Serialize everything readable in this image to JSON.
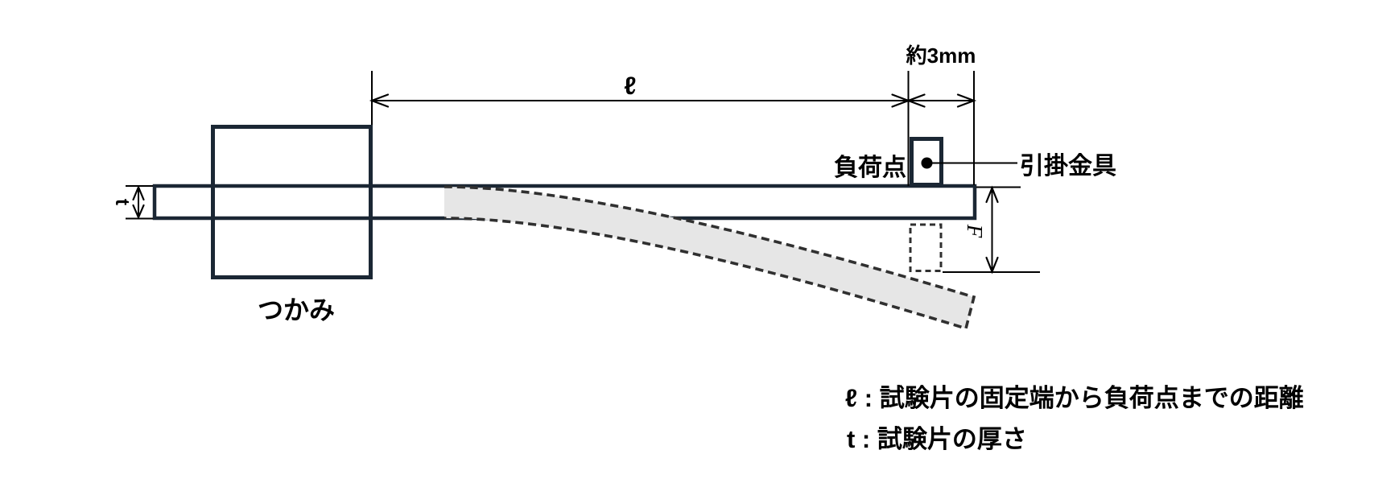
{
  "diagram": {
    "grip_label": "つかみ",
    "load_point_label": "負荷点",
    "hook_fitting_label": "引掛金具",
    "gap_dimension_label": "約3mm",
    "span_symbol": "ℓ",
    "thickness_symbol": "t",
    "deflection_symbol": "F",
    "legend": [
      "ℓ : 試験片の固定端から負荷点までの距離",
      "t : 試験片の厚さ"
    ],
    "colors": {
      "outline": "#1b2734",
      "beam": "#d8d8d8",
      "deflected": "#e6e6e6",
      "hatch": "#cccccc",
      "line": "#000000",
      "dash": "#303030"
    }
  }
}
